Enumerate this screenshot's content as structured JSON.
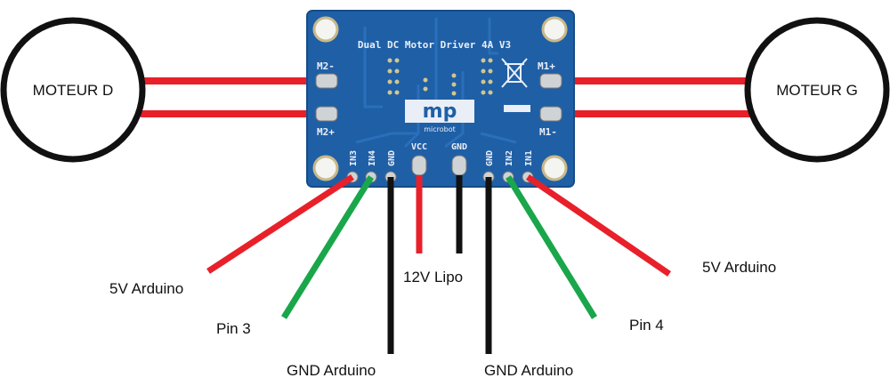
{
  "motors": {
    "left": {
      "label": "MOTEUR D"
    },
    "right": {
      "label": "MOTEUR G"
    }
  },
  "board": {
    "title": "Dual DC Motor Driver 4A V3",
    "logo_text": "mp",
    "logo_sub": "microbot",
    "terminals": {
      "m2_minus": "M2-",
      "m2_plus": "M2+",
      "m1_plus": "M1+",
      "m1_minus": "M1-"
    },
    "pins": {
      "in3": "IN3",
      "in4": "IN4",
      "gnd_left": "GND",
      "vcc": "VCC",
      "gnd_power": "GND",
      "gnd_right": "GND",
      "in2": "IN2",
      "in1": "IN1"
    }
  },
  "wire_labels": {
    "left_5v": "5V Arduino",
    "pin3": "Pin 3",
    "gnd_left": "GND Arduino",
    "lipo": "12V Lipo",
    "gnd_right": "GND Arduino",
    "pin4": "Pin 4",
    "right_5v": "5V Arduino"
  },
  "colors": {
    "board": "#1f5fa6",
    "board_edge": "#174b87",
    "wire_red": "#e8202a",
    "wire_green": "#1aa64a",
    "wire_black": "#111111",
    "background": "#ffffff"
  }
}
